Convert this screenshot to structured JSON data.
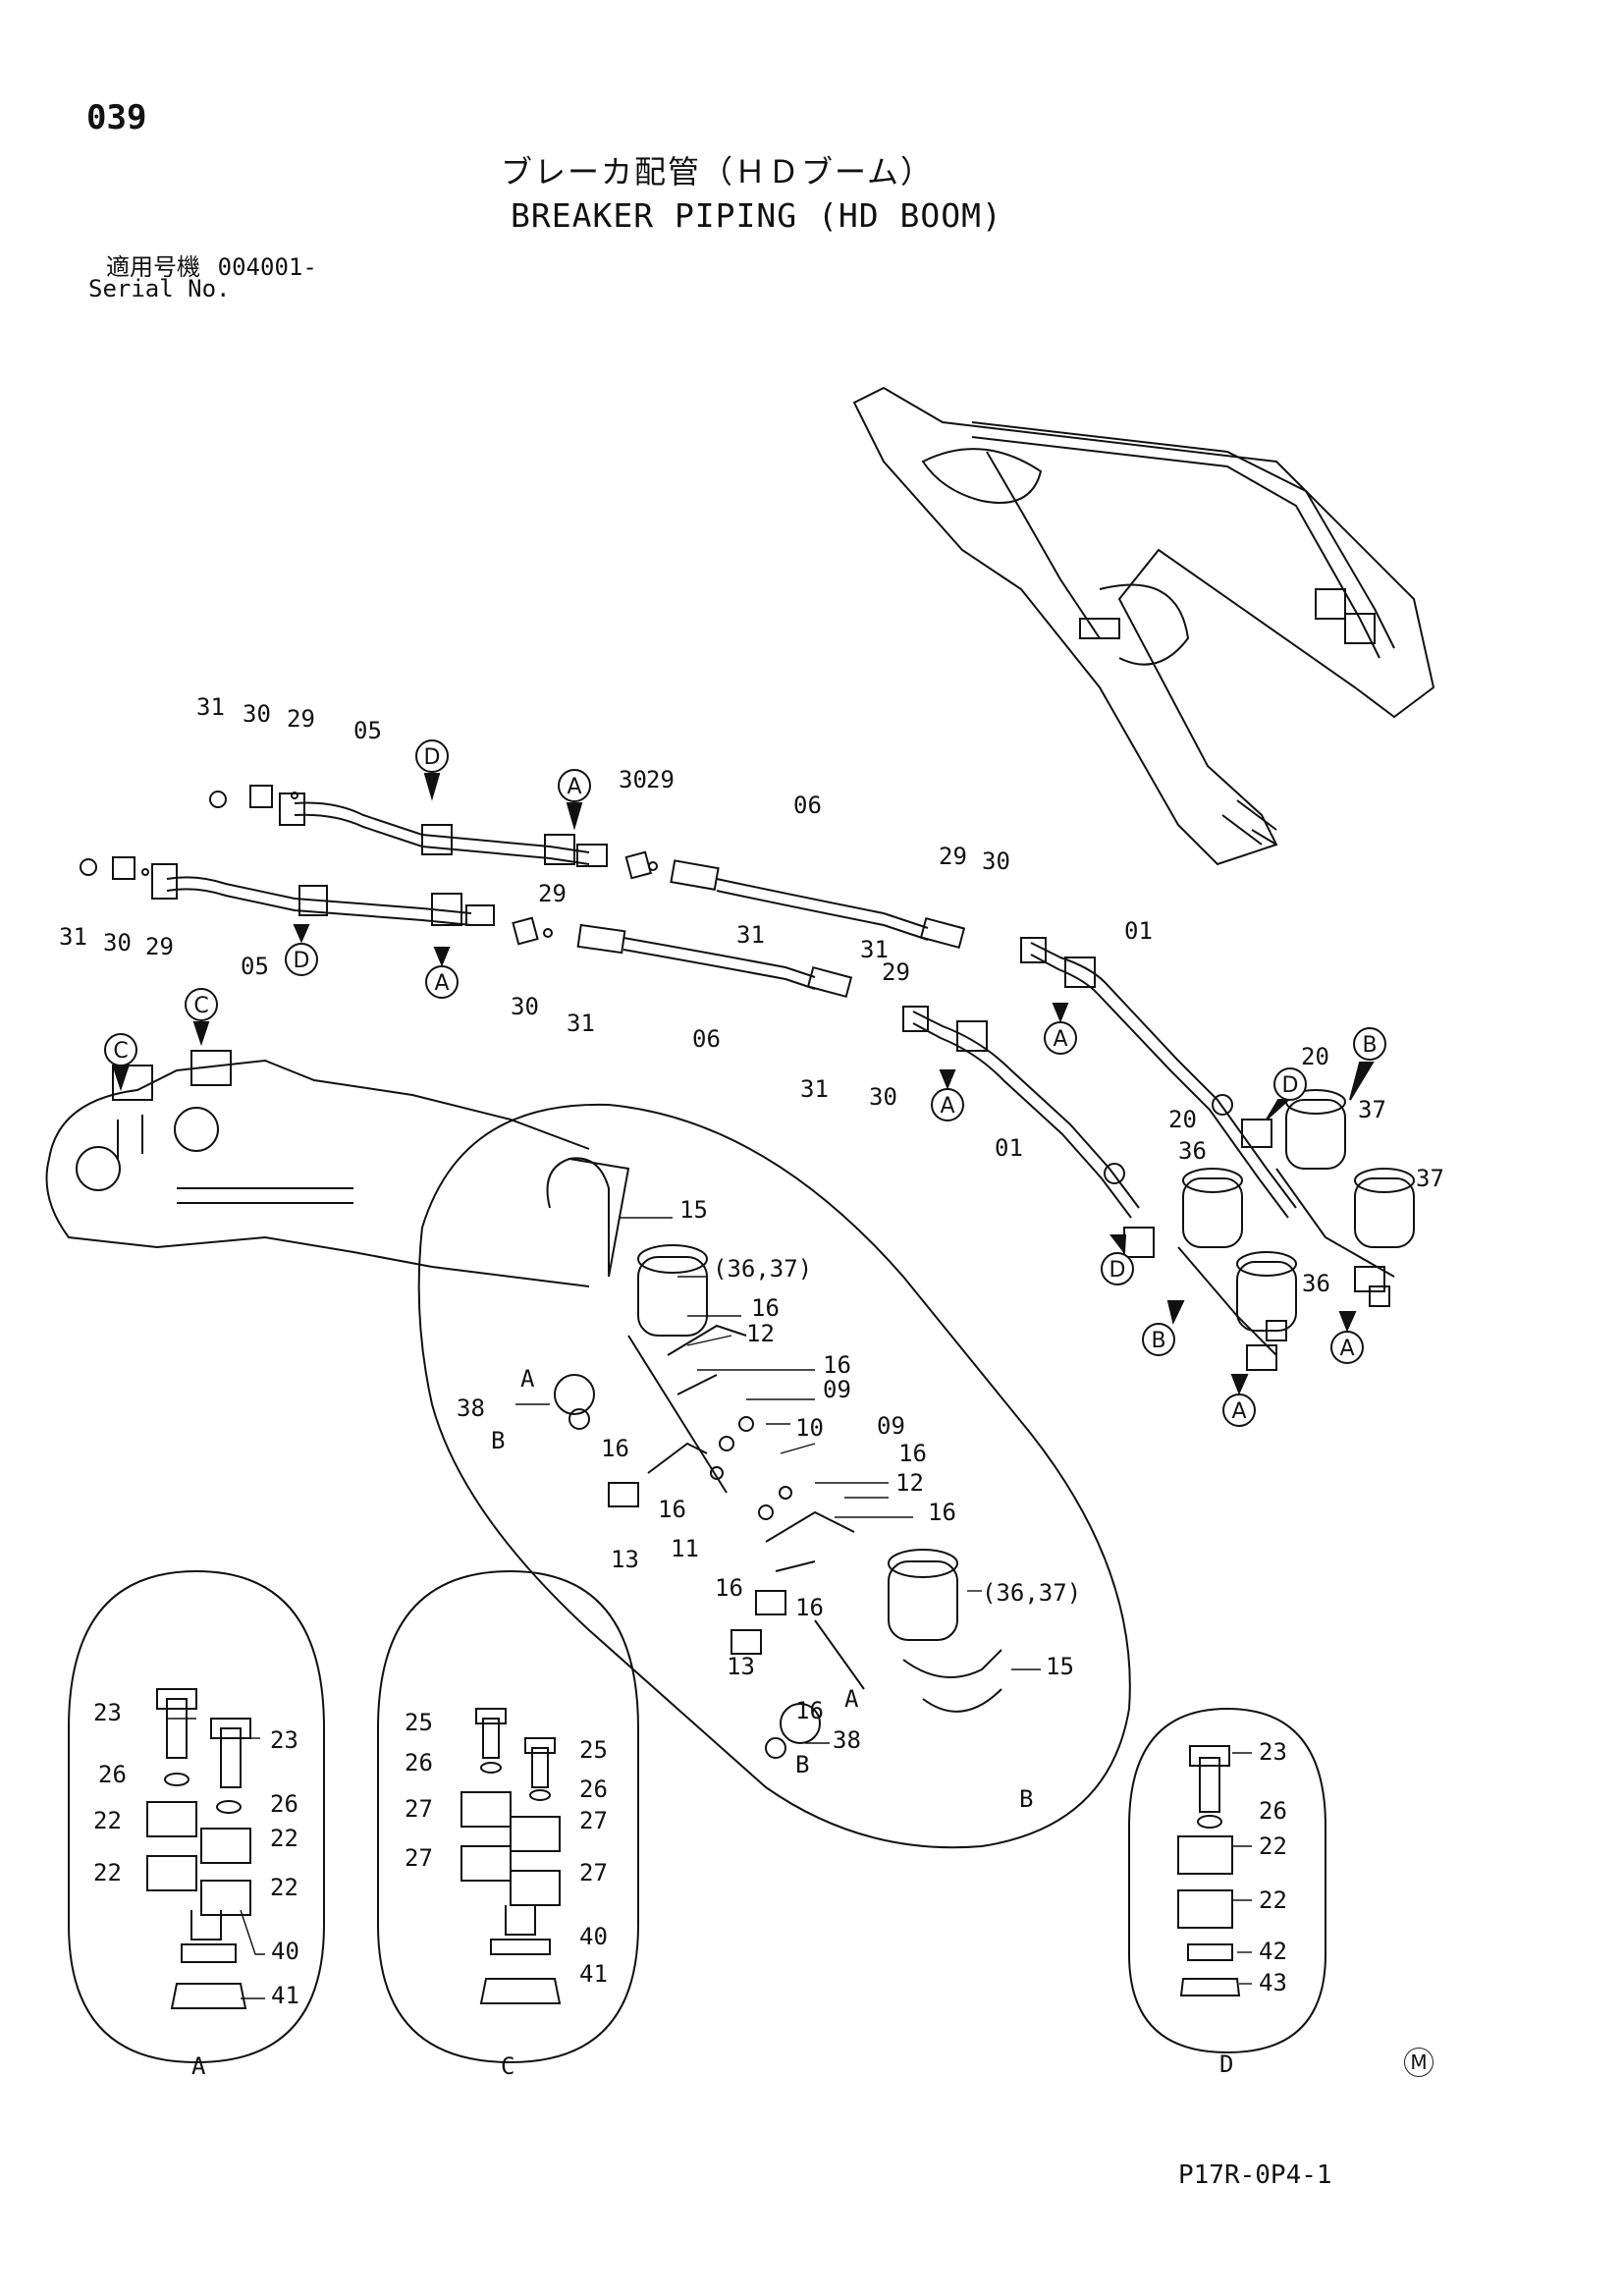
{
  "header": {
    "page_number": "039",
    "title_jp": "ブレーカ配管（ＨＤブーム）",
    "title_en": "BREAKER PIPING (HD BOOM)",
    "serial_label_jp": "適用号機",
    "serial_value": "004001-",
    "serial_label_en": "Serial No."
  },
  "footer": {
    "drawing_code": "P17R-0P4-1",
    "mark": "M"
  },
  "views": {
    "A": "A",
    "B": "B",
    "C": "C",
    "D": "D"
  },
  "callouts": {
    "c01a": "01",
    "c01b": "01",
    "c05a": "05",
    "c05b": "05",
    "c06a": "06",
    "c06b": "06",
    "c09a": "09",
    "c09b": "09",
    "c10": "10",
    "c11": "11",
    "c12a": "12",
    "c12b": "12",
    "c13a": "13",
    "c13b": "13",
    "c15a": "15",
    "c15b": "15",
    "c16a": "16",
    "c16b": "16",
    "c16c": "16",
    "c16d": "16",
    "c16e": "16",
    "c16f": "16",
    "c16g": "16",
    "c16h": "16",
    "c16i": "16",
    "c20a": "20",
    "c20b": "20",
    "c22a": "22",
    "c22b": "22",
    "c22c": "22",
    "c22d": "22",
    "c22e": "22",
    "c22f": "22",
    "c23a": "23",
    "c23b": "23",
    "c23c": "23",
    "c25a": "25",
    "c25b": "25",
    "c26a": "26",
    "c26b": "26",
    "c26c": "26",
    "c26d": "26",
    "c26e": "26",
    "c27a": "27",
    "c27b": "27",
    "c27c": "27",
    "c27d": "27",
    "c29a": "29",
    "c29b": "29",
    "c29c": "29",
    "c29d": "29",
    "c29e": "29",
    "c29f": "29",
    "c30a": "30",
    "c30b": "30",
    "c30c": "30",
    "c30d": "30",
    "c30e": "30",
    "c30f": "30",
    "c31a": "31",
    "c31b": "31",
    "c31c": "31",
    "c31d": "31",
    "c31e": "31",
    "c31f": "31",
    "c36a": "36",
    "c36b": "36",
    "c37a": "37",
    "c37b": "37",
    "c3637a": "(36,37)",
    "c3637b": "(36,37)",
    "c38a": "38",
    "c38b": "38",
    "c40a": "40",
    "c40b": "40",
    "c41a": "41",
    "c41b": "41",
    "c42": "42",
    "c43": "43"
  }
}
